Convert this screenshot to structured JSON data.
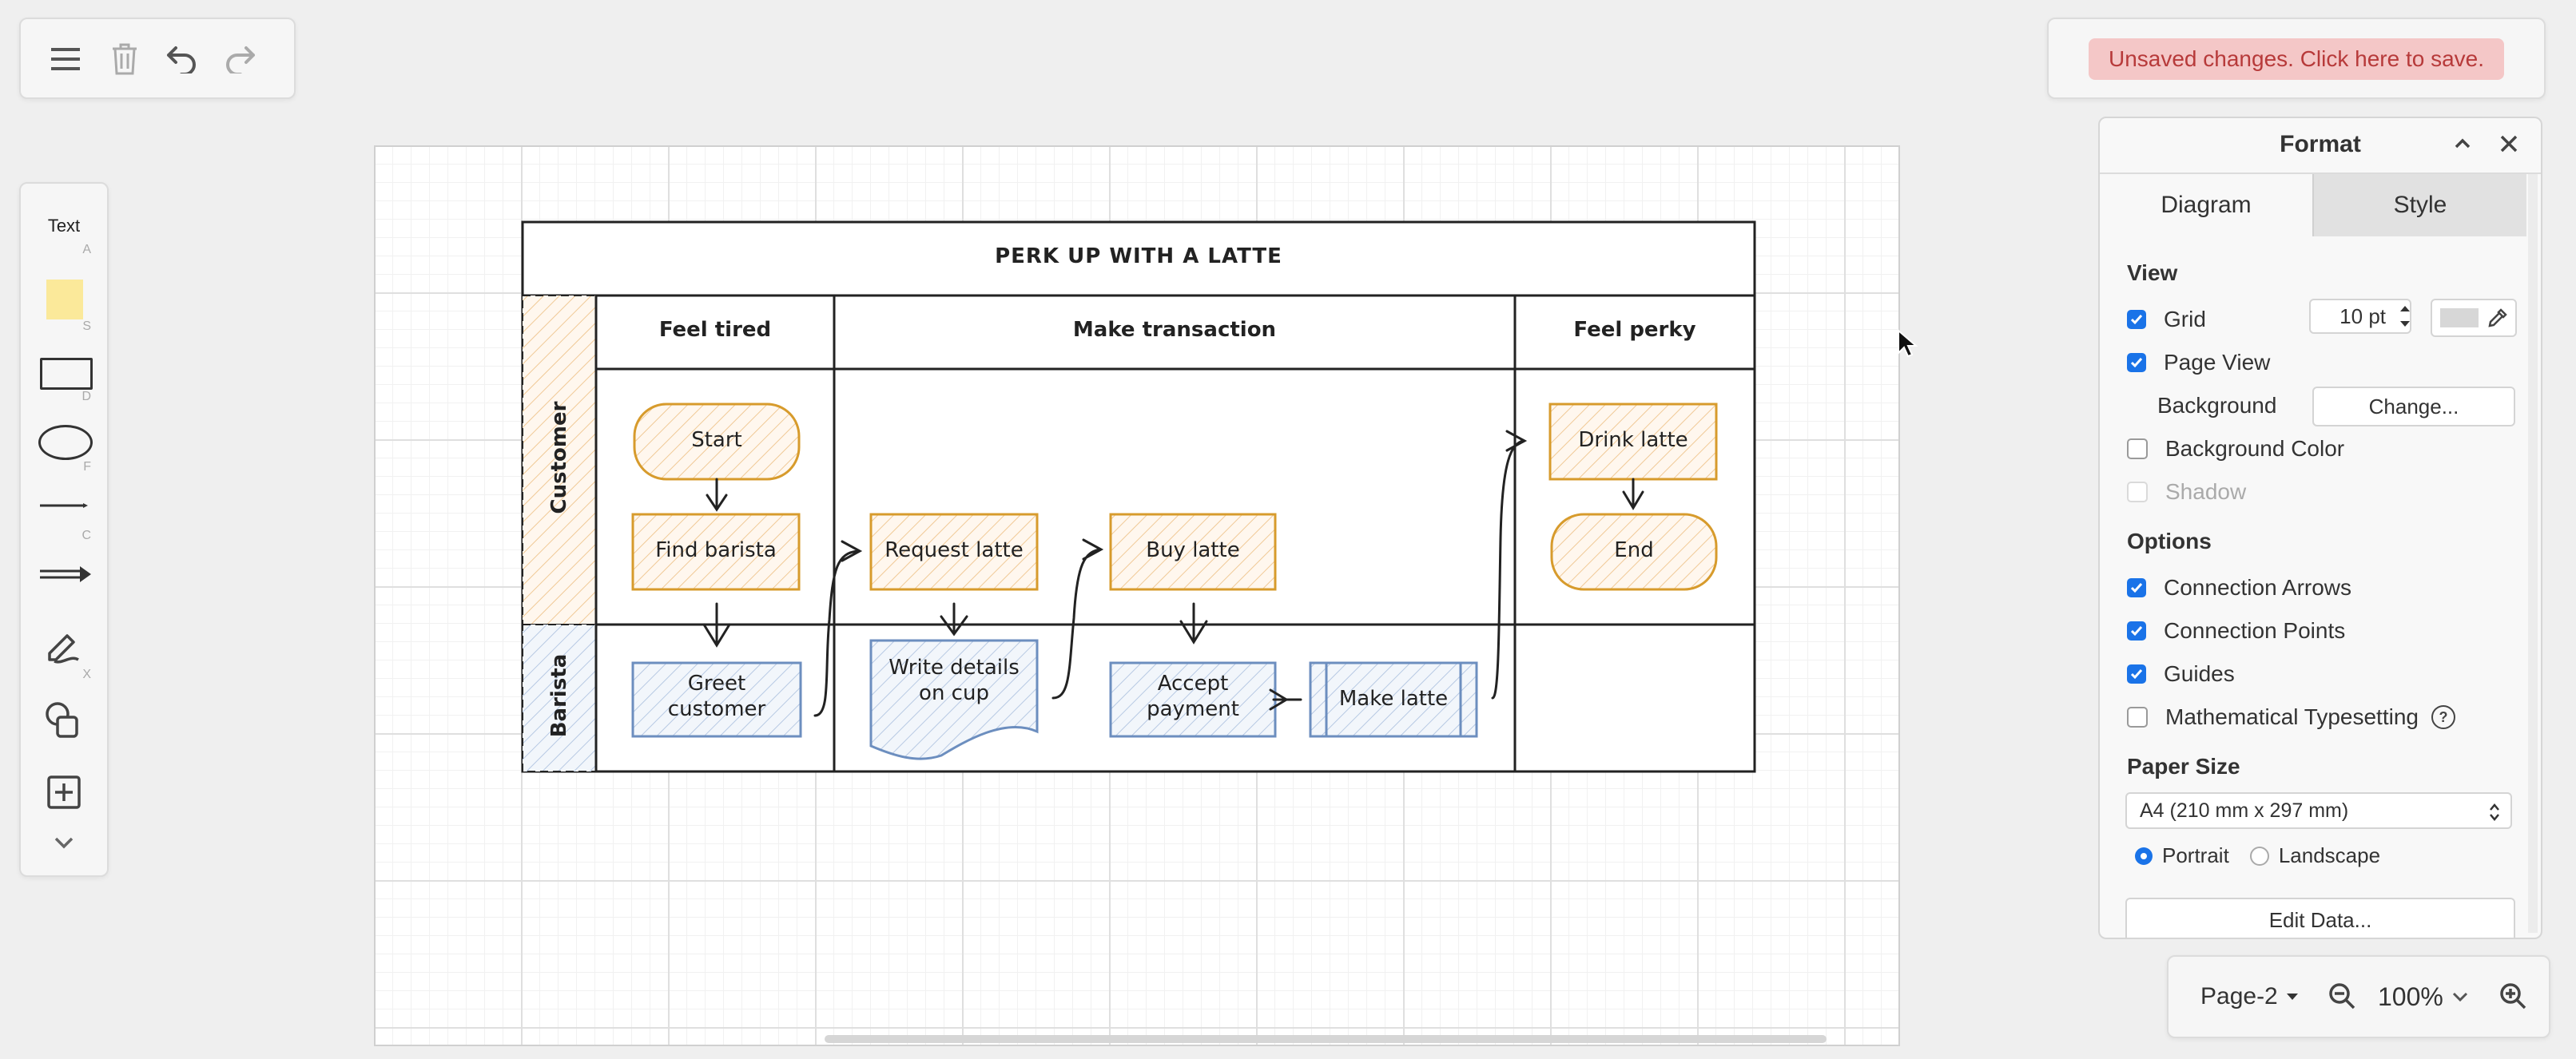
{
  "toolbar": {
    "menu_icon": "menu-icon",
    "delete_icon": "trash-icon",
    "undo_icon": "undo-icon",
    "redo_icon": "redo-icon"
  },
  "save_banner": {
    "text": "Unsaved changes. Click here to save."
  },
  "shapes_panel": {
    "items": [
      {
        "name": "text",
        "label": "Text",
        "shortcut": "A"
      },
      {
        "name": "sticky-note",
        "shortcut": "S"
      },
      {
        "name": "rectangle",
        "shortcut": "D"
      },
      {
        "name": "ellipse",
        "shortcut": "F"
      },
      {
        "name": "line",
        "shortcut": "C"
      },
      {
        "name": "arrow",
        "shortcut": ""
      },
      {
        "name": "freehand",
        "shortcut": "X"
      },
      {
        "name": "shapes",
        "shortcut": ""
      },
      {
        "name": "insert",
        "shortcut": ""
      },
      {
        "name": "more",
        "shortcut": ""
      }
    ]
  },
  "diagram": {
    "title": "PERK UP WITH A LATTE",
    "phases": [
      "Feel tired",
      "Make transaction",
      "Feel perky"
    ],
    "lanes": [
      "Customer",
      "Barista"
    ],
    "nodes": {
      "start": "Start",
      "find_barista": "Find barista",
      "request_latte": "Request latte",
      "buy_latte": "Buy latte",
      "drink_latte": "Drink latte",
      "end": "End",
      "greet_line1": "Greet",
      "greet_line2": "customer",
      "write_line1": "Write details",
      "write_line2": "on cup",
      "accept_line1": "Accept",
      "accept_line2": "payment",
      "make_latte": "Make latte"
    },
    "colors": {
      "customer_fill": "#fbe9d6",
      "customer_stroke": "#d79b2c",
      "barista_fill": "#dfe8f4",
      "barista_stroke": "#6c8ebf"
    }
  },
  "format": {
    "title": "Format",
    "tabs": [
      "Diagram",
      "Style"
    ],
    "view_heading": "View",
    "grid_label": "Grid",
    "grid_checked": true,
    "grid_size": "10 pt",
    "page_view_label": "Page View",
    "page_view_checked": true,
    "background_label": "Background",
    "change_button": "Change...",
    "background_color_label": "Background Color",
    "background_color_checked": false,
    "shadow_label": "Shadow",
    "shadow_checked": false,
    "options_heading": "Options",
    "connection_arrows_label": "Connection Arrows",
    "connection_arrows_checked": true,
    "connection_points_label": "Connection Points",
    "connection_points_checked": true,
    "guides_label": "Guides",
    "guides_checked": true,
    "math_label": "Mathematical Typesetting",
    "math_checked": false,
    "paper_heading": "Paper Size",
    "paper_size": "A4 (210 mm x 297 mm)",
    "portrait_label": "Portrait",
    "landscape_label": "Landscape",
    "orientation": "Portrait",
    "edit_data_button": "Edit Data..."
  },
  "footer": {
    "page_name": "Page-2",
    "zoom": "100%"
  }
}
